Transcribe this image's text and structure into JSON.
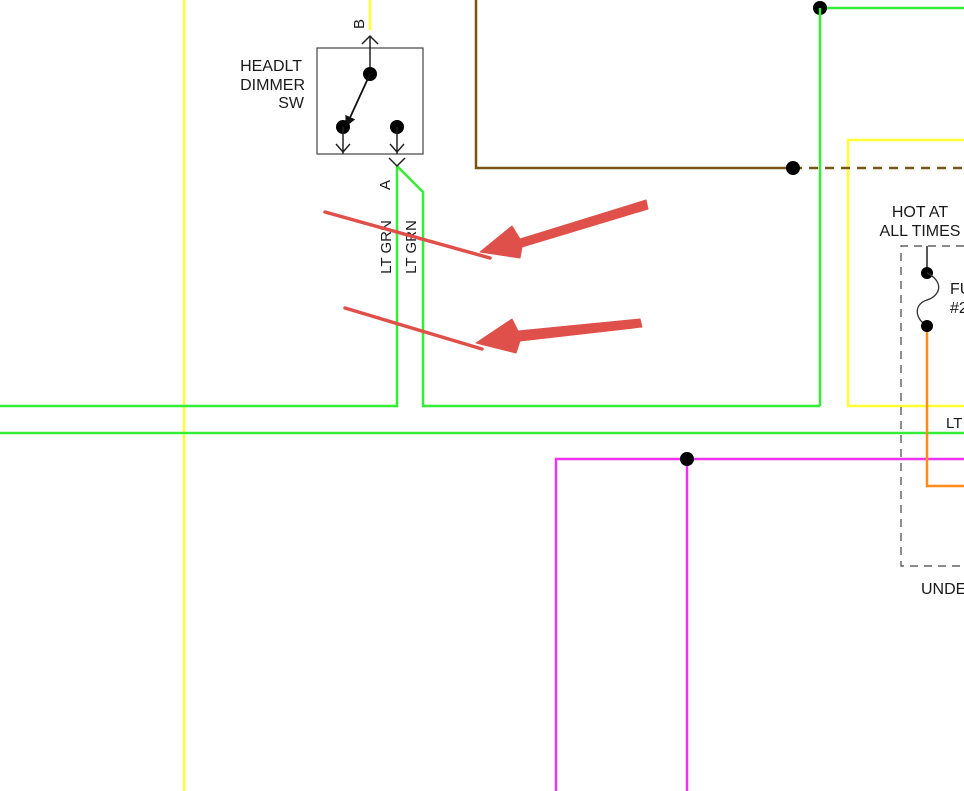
{
  "switch": {
    "name_lines": [
      "HEADLT",
      "DIMMER",
      "SW"
    ],
    "terminal_b": "B",
    "terminal_a": "A"
  },
  "wires": {
    "label_1": "LT GRN",
    "label_2": "LT GRN",
    "label_right_clipped": "LT"
  },
  "fuse_box": {
    "hot_label_lines": [
      "HOT AT",
      "ALL TIMES"
    ],
    "fuse_label_clipped_lines": [
      "FU",
      "#2"
    ],
    "box_label_clipped": "UNDE"
  },
  "colors": {
    "yellow_wire": "#ffff33",
    "green_wire": "#33ee33",
    "brown_wire": "#7a5414",
    "magenta_wire": "#ee33ee",
    "orange_wire": "#ff8c1a",
    "annotation_arrow": "#e0504a"
  }
}
